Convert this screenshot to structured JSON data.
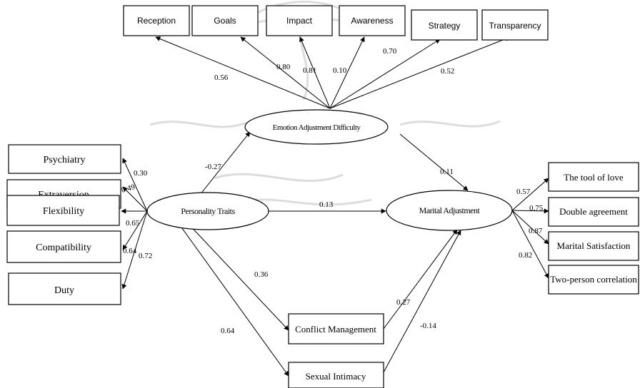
{
  "nodes": {
    "reception": "Reception",
    "goals": "Goals",
    "impact": "Impact",
    "awareness": "Awareness",
    "strategy": "Strategy",
    "transparency": "Transparency",
    "emotion_difficulty": "Emotion Adjustment Difficulty",
    "psychiatry": "Psychiatry",
    "extraversion": "Extraversion",
    "flexibility": "Flexibility",
    "compatibility": "Compatibility",
    "duty": "Duty",
    "personality_traits": "Personality Traits",
    "marital_adjustment": "Marital Adjustment",
    "conflict_management": "Conflict Management",
    "sexual_intimacy": "Sexual Intimacy",
    "tool_of_love": "The tool of love",
    "double_agreement": "Double agreement",
    "marital_satisfaction": "Marital Satisfaction",
    "two_person_correlation": "Two-person correlation"
  },
  "coefficients": {
    "reception": "0.56",
    "goals": "0.80",
    "impact": "0.81",
    "awareness": "0.10",
    "strategy": "0.70",
    "transparency": "0.52",
    "pt_to_emotion": "-0.27",
    "emotion_to_ma": "0.11",
    "pt_to_ma": "0.13",
    "psychiatry": "0.30",
    "extraversion": "0.49",
    "flexibility": "0.65",
    "compatibility": "0.64",
    "duty": "0.72",
    "pt_to_conflict": "0.36",
    "pt_to_sexual": "0.64",
    "conflict_to_ma": "0.27",
    "sexual_to_ma": "-0.14",
    "tool_of_love": "0.57",
    "double_agreement": "0.75",
    "marital_satisfaction": "0.87",
    "two_person_correlation": "0.82"
  }
}
